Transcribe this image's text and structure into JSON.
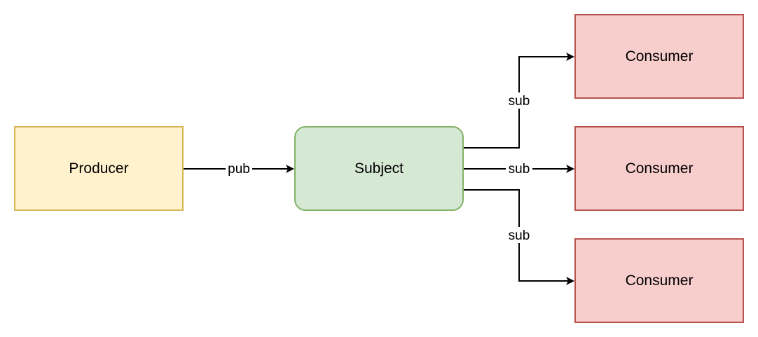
{
  "nodes": {
    "producer": {
      "label": "Producer",
      "fill": "#fff2cc",
      "stroke": "#d6b656"
    },
    "subject": {
      "label": "Subject",
      "fill": "#d5e8d4",
      "stroke": "#82b366"
    },
    "consumers": [
      {
        "label": "Consumer",
        "fill": "#f8cecc",
        "stroke": "#b85450"
      },
      {
        "label": "Consumer",
        "fill": "#f8cecc",
        "stroke": "#b85450"
      },
      {
        "label": "Consumer",
        "fill": "#f8cecc",
        "stroke": "#b85450"
      }
    ]
  },
  "edges": [
    {
      "from": "Producer",
      "to": "Subject",
      "label": "pub"
    },
    {
      "from": "Subject",
      "to": "Consumer",
      "label": "sub"
    },
    {
      "from": "Subject",
      "to": "Consumer",
      "label": "sub"
    },
    {
      "from": "Subject",
      "to": "Consumer",
      "label": "sub"
    }
  ],
  "colors": {
    "edge": "#000000",
    "background": "#ffffff"
  }
}
